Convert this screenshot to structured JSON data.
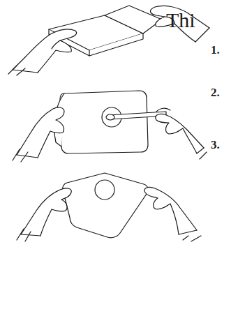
{
  "diagram": {
    "title": "Thi",
    "labels": [
      "1.",
      "2.",
      "3."
    ]
  }
}
